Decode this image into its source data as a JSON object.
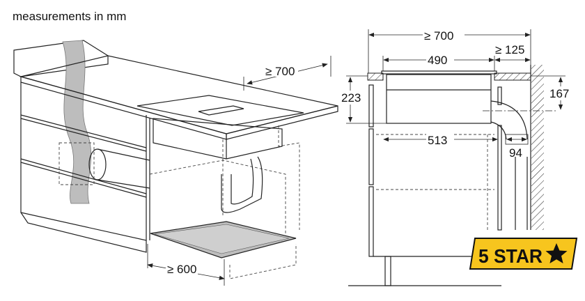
{
  "title": "measurements in mm",
  "perspective_view": {
    "dim_depth": "≥ 700",
    "dim_width": "≥ 600"
  },
  "section_view": {
    "dim_total_depth": "≥ 700",
    "dim_hob_width": "490",
    "dim_wall_gap": "≥ 125",
    "dim_height": "223",
    "dim_duct_center": "167",
    "dim_inner": "513",
    "dim_duct": "94"
  },
  "badge": {
    "text": "5 STAR",
    "icon": "star-icon",
    "color": "#F7C51E"
  },
  "colors": {
    "line": "#222222",
    "duct_fill": "#BDBDBD"
  }
}
